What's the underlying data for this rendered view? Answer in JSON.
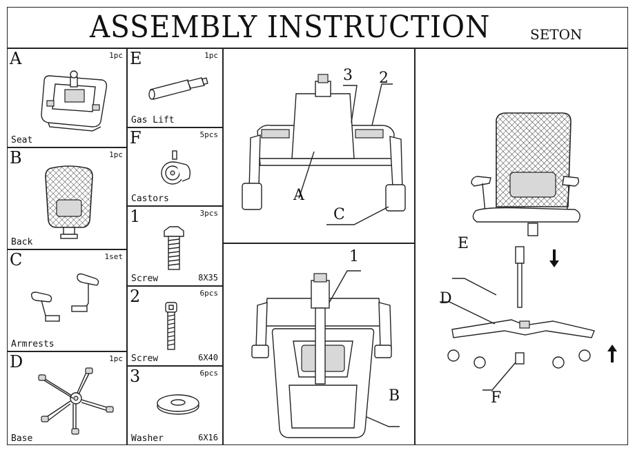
{
  "header": {
    "title": "ASSEMBLY INSTRUCTION",
    "brand": "SETON"
  },
  "parts": [
    {
      "letter": "A",
      "qty": "1pc",
      "name": "Seat",
      "size": ""
    },
    {
      "letter": "B",
      "qty": "1pc",
      "name": "Back",
      "size": ""
    },
    {
      "letter": "C",
      "qty": "1set",
      "name": "Armrests",
      "size": ""
    },
    {
      "letter": "D",
      "qty": "1pc",
      "name": "Base",
      "size": ""
    },
    {
      "letter": "E",
      "qty": "1pc",
      "name": "Gas Lift",
      "size": ""
    },
    {
      "letter": "F",
      "qty": "5pcs",
      "name": "Castors",
      "size": ""
    },
    {
      "letter": "1",
      "qty": "3pcs",
      "name": "Screw",
      "size": "8X35"
    },
    {
      "letter": "2",
      "qty": "6pcs",
      "name": "Screw",
      "size": "6X40"
    },
    {
      "letter": "3",
      "qty": "6pcs",
      "name": "Washer",
      "size": "6X16"
    }
  ],
  "diagrams": {
    "step1_labels": [
      "3",
      "2",
      "A",
      "C"
    ],
    "step2_labels": [
      "1",
      "B"
    ],
    "step3_labels": [
      "E",
      "D",
      "F"
    ]
  },
  "icons": [
    "seat-drawing",
    "back-drawing",
    "armrests-drawing",
    "base-drawing",
    "gas-lift-drawing",
    "castor-drawing",
    "screw-drawing",
    "washer-drawing",
    "arrow-down-icon",
    "arrow-up-icon"
  ]
}
